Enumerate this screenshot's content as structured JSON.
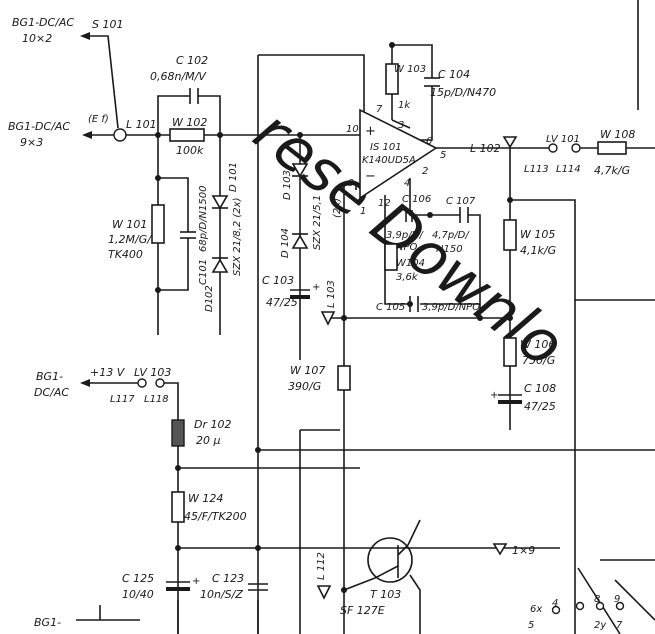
{
  "watermark": "rese  Downlo",
  "labels": {
    "bg1_dcac_1": "BG1-DC/AC",
    "s101_count": "10×2",
    "s101": "S 101",
    "bg1_dcac_2": "BG1-DC/AC",
    "l101_count": "9×3",
    "ef": "(E f)",
    "l101": "L 101",
    "c102": "C 102",
    "c102_val": "0,68n/M/V",
    "w102": "W 102",
    "w102_val": "100k",
    "w101": "W 101",
    "w101_val": "1,2M/G/",
    "w101_val2": "TK400",
    "c101": "C101",
    "c101_val": "68p/D/N1500",
    "d101": "D 101",
    "d101_val": "SZX 21/8,2 (2x)",
    "d102": "D102",
    "d103": "D 103",
    "d103_val": "SZX 21/5,1",
    "d103_val2": "(2x)",
    "d104": "D 104",
    "c103": "C 103",
    "c103_val": "47/25",
    "l103": "L 103",
    "w103": "W 103",
    "w103_val": "1k",
    "c104": "C 104",
    "c104_val": "15p/D/N470",
    "is101": "IS 101",
    "is101_type": "K140UD5A",
    "pin10": "10",
    "pin9": "9",
    "pin7": "7",
    "pin3": "3",
    "pin6": "6",
    "pin5": "5",
    "pin4": "4",
    "pin2": "2",
    "pin12": "12",
    "pin1": "1",
    "c106": "C 106",
    "c106_val": "3,9p/D/",
    "c106_val2": "NPO",
    "c107": "C 107",
    "c107_val": "4,7p/D/",
    "c107_val2": "N150",
    "w104": "W104",
    "w104_val": "3,6k",
    "c105": "C 105",
    "c105_val": "3,9p/D/NPO",
    "l102": "L 102",
    "lv101": "LV 101",
    "l113": "L113",
    "l114": "L114",
    "w108": "W 108",
    "w108_val": "4,7k/G",
    "w105": "W 105",
    "w105_val": "4,1k/G",
    "w106": "W 106",
    "w106_val": "750/G",
    "c108": "C 108",
    "c108_val": "47/25",
    "w107": "W 107",
    "w107_val": "390/G",
    "bg1_dcac_3a": "BG1-",
    "bg1_dcac_3b": "DC/AC",
    "v13": "+13 V",
    "lv103": "LV 103",
    "l117": "L117",
    "l118": "L118",
    "dr102": "Dr 102",
    "dr102_val": "20 µ",
    "w124": "W 124",
    "w124_val": "45/F/TK200",
    "c125": "C 125",
    "c125_val": "10/40",
    "c123": "C 123",
    "c123_val": "10n/S/Z",
    "l112": "L 112",
    "t103": "T 103",
    "t103_type": "SF 127E",
    "count_1x9": "1×9",
    "bg1_bottom": "BG1-",
    "pin_6x": "6x",
    "pin_4": "4",
    "pin_8": "8",
    "pin_9": "9",
    "pin_5": "5",
    "pin_2y": "2y",
    "pin_7": "7"
  }
}
